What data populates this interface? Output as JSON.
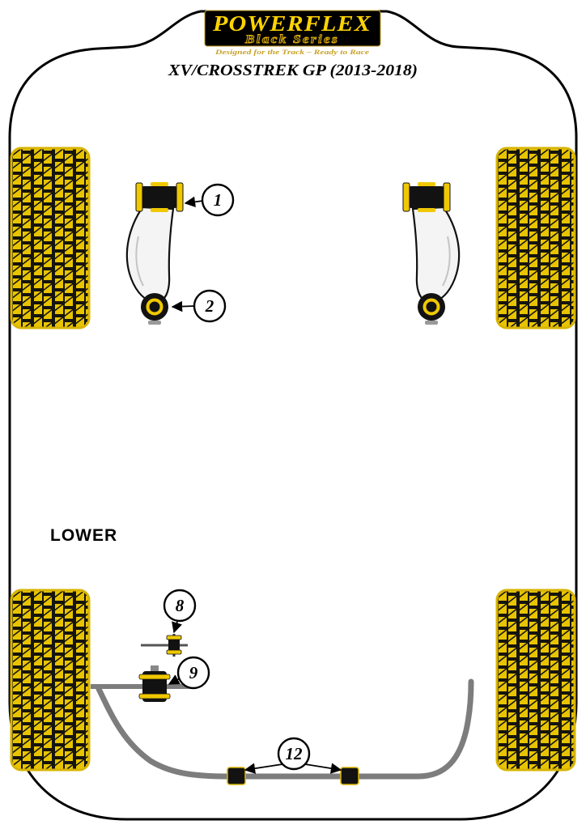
{
  "brand": {
    "name": "POWERFLEX",
    "series": "Black Series",
    "tagline": "Designed for the Track – Ready to Race"
  },
  "title": "XV/CROSSTREK GP (2013-2018)",
  "section_label": "LOWER",
  "callouts": [
    {
      "label": "1"
    },
    {
      "label": "2"
    },
    {
      "label": "8"
    },
    {
      "label": "9"
    },
    {
      "label": "12"
    }
  ],
  "colors": {
    "accent_yellow": "#F0C800",
    "logo_yellow": "#FFD400",
    "tire_yellow": "#E8C400",
    "black": "#000000",
    "bar_gray": "#7D7D7D",
    "background": "#FFFFFF"
  }
}
